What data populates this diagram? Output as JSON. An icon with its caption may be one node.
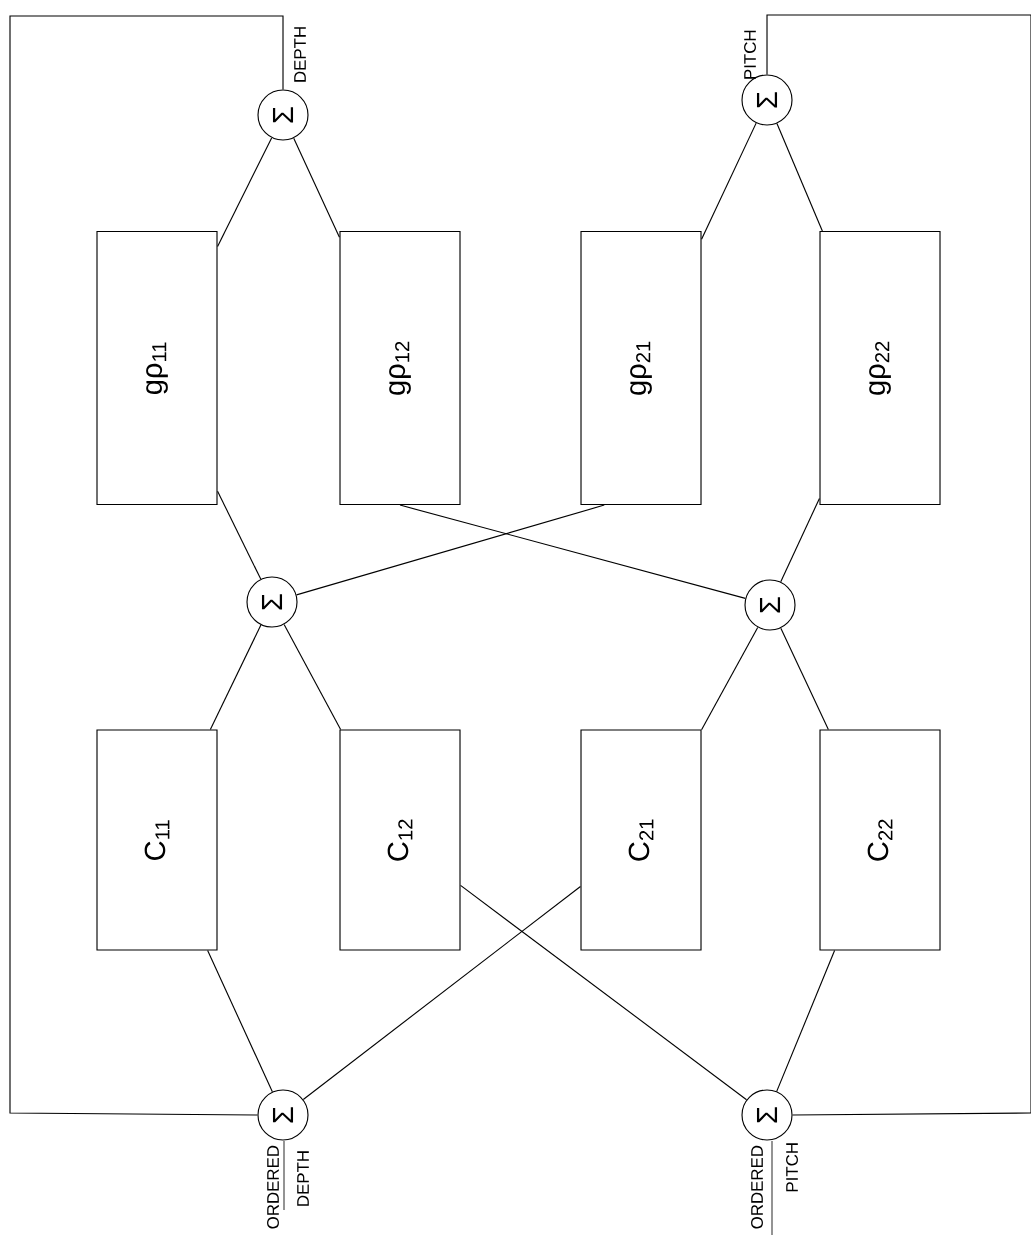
{
  "diagram": {
    "nodes": [
      {
        "text": [
          "Σ"
        ],
        "beside": [
          "ORDERED",
          "DEPTH"
        ]
      },
      {
        "text": [
          "Σ"
        ],
        "beside": [
          "ORDERED",
          "PITCH"
        ]
      },
      {
        "text": [
          "C$_{11}$"
        ]
      },
      {
        "text": [
          "C$_{12}$"
        ]
      },
      {
        "text": [
          "C$_{21}$"
        ]
      },
      {
        "text": [
          "C$_{22}$"
        ]
      },
      {
        "text": [
          "Σ"
        ]
      },
      {
        "text": [
          "Σ"
        ]
      },
      {
        "text": [
          "gρ$_{11}$"
        ]
      },
      {
        "text": [
          "gρ$_{12}$"
        ]
      },
      {
        "text": [
          "gρ$_{21}$"
        ]
      },
      {
        "text": [
          "gρ$_{22}$"
        ]
      },
      {
        "text": [
          "Σ"
        ],
        "beside": [
          "DEPTH"
        ]
      },
      {
        "text": [
          "Σ"
        ],
        "beside": [
          "PITCH"
        ]
      }
    ],
    "edges": [
      {
        "from": 0,
        "to": 2,
        "arrow": "none"
      },
      {
        "from": 0,
        "to": 4,
        "arrow": "none"
      },
      {
        "from": 1,
        "to": 3,
        "arrow": "none"
      },
      {
        "from": 1,
        "to": 5,
        "arrow": "none"
      },
      {
        "from": 2,
        "to": 6,
        "arrow": "none"
      },
      {
        "from": 3,
        "to": 6,
        "arrow": "none"
      },
      {
        "from": 4,
        "to": 7,
        "arrow": "none"
      },
      {
        "from": 5,
        "to": 7,
        "arrow": "none"
      },
      {
        "from": 6,
        "to": 8,
        "arrow": "none"
      },
      {
        "from": 6,
        "to": 10,
        "arrow": "none"
      },
      {
        "from": 7,
        "to": 9,
        "arrow": "none"
      },
      {
        "from": 7,
        "to": 11,
        "arrow": "none"
      },
      {
        "from": 8,
        "to": 12,
        "arrow": "none"
      },
      {
        "from": 9,
        "to": 12,
        "arrow": "none"
      },
      {
        "from": 10,
        "to": 13,
        "arrow": "none"
      },
      {
        "from": 11,
        "to": 13,
        "arrow": "none"
      },
      {
        "from": 12,
        "to": 0,
        "arrow": "none"
      },
      {
        "from": 13,
        "to": 1,
        "arrow": "none"
      }
    ]
  }
}
